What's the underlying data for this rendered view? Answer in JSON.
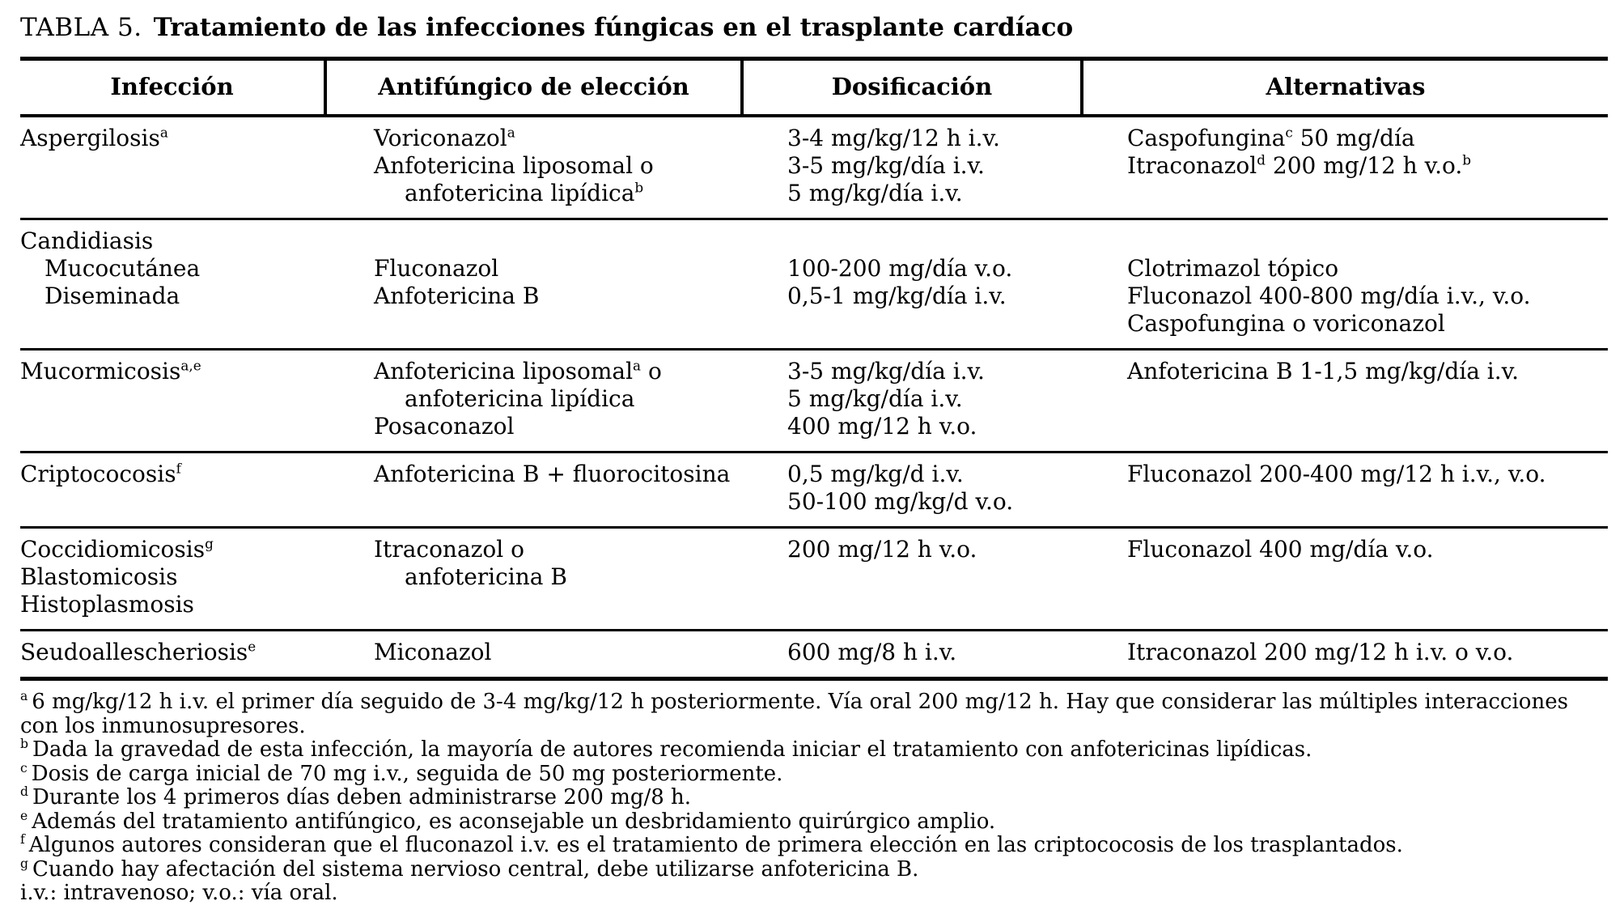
{
  "title": {
    "label": "TABLA 5.",
    "text": "Tratamiento de las infecciones fúngicas en el trasplante cardíaco"
  },
  "table": {
    "headers": [
      "Infección",
      "Antifúngico de elección",
      "Dosificación",
      "Alternativas"
    ],
    "rows": [
      {
        "infection": [
          [
            "Aspergilosis",
            "a"
          ]
        ],
        "drug": [
          [
            "Voriconazol",
            "a"
          ],
          [
            "Anfotericina liposomal o"
          ],
          [
            "anfotericina lipídica",
            "b"
          ]
        ],
        "dose": [
          [
            "3-4 mg/kg/12 h i.v."
          ],
          [
            "3-5 mg/kg/día i.v."
          ],
          [
            "5 mg/kg/día i.v."
          ]
        ],
        "alt": [
          [
            "Caspofungina",
            "c",
            " 50 mg/día"
          ],
          [
            "Itraconazol",
            "d",
            " 200 mg/12 h v.o.",
            "b"
          ]
        ]
      },
      {
        "infection": [
          [
            "Candidiasis"
          ],
          [
            "Mucocutánea"
          ],
          [
            "Diseminada"
          ]
        ],
        "drug": [
          [
            "Fluconazol"
          ],
          [
            "Anfotericina B"
          ]
        ],
        "dose": [
          [
            "100-200 mg/día v.o."
          ],
          [
            "0,5-1 mg/kg/día i.v."
          ]
        ],
        "alt": [
          [
            "Clotrimazol tópico"
          ],
          [
            "Fluconazol 400-800 mg/día i.v., v.o."
          ],
          [
            "Caspofungina o voriconazol"
          ]
        ]
      },
      {
        "infection": [
          [
            "Mucormicosis",
            "a,e"
          ]
        ],
        "drug": [
          [
            "Anfotericina liposomal",
            "a",
            " o"
          ],
          [
            "anfotericina lipídica"
          ],
          [
            "Posaconazol"
          ]
        ],
        "dose": [
          [
            "3-5 mg/kg/día i.v."
          ],
          [
            "5 mg/kg/día i.v."
          ],
          [
            "400 mg/12 h v.o."
          ]
        ],
        "alt": [
          [
            "Anfotericina B 1-1,5 mg/kg/día i.v."
          ]
        ]
      },
      {
        "infection": [
          [
            "Criptococosis",
            "f"
          ]
        ],
        "drug": [
          [
            "Anfotericina B + fluorocitosina"
          ]
        ],
        "dose": [
          [
            "0,5 mg/kg/d i.v."
          ],
          [
            "50-100 mg/kg/d v.o."
          ]
        ],
        "alt": [
          [
            "Fluconazol 200-400 mg/12 h i.v., v.o."
          ]
        ]
      },
      {
        "infection": [
          [
            "Coccidiomicosis",
            "g"
          ],
          [
            "Blastomicosis"
          ],
          [
            "Histoplasmosis"
          ]
        ],
        "drug": [
          [
            "Itraconazol o"
          ],
          [
            "anfotericina B"
          ]
        ],
        "dose": [
          [
            "200 mg/12 h v.o."
          ]
        ],
        "alt": [
          [
            "Fluconazol 400 mg/día v.o."
          ]
        ]
      },
      {
        "infection": [
          [
            "Seudoallescheriosis",
            "e"
          ]
        ],
        "drug": [
          [
            "Miconazol"
          ]
        ],
        "dose": [
          [
            "600 mg/8 h i.v."
          ]
        ],
        "alt": [
          [
            "Itraconazol 200 mg/12 h i.v. o v.o."
          ]
        ]
      }
    ]
  },
  "footnotes": [
    {
      "marker": "a",
      "text": "6 mg/kg/12 h i.v. el primer día seguido de 3-4 mg/kg/12 h posteriormente. Vía oral 200 mg/12 h. Hay que considerar las múltiples interacciones con los inmunosupresores."
    },
    {
      "marker": "b",
      "text": "Dada la gravedad de esta infección, la mayoría de autores recomienda iniciar el tratamiento con anfotericinas lipídicas."
    },
    {
      "marker": "c",
      "text": "Dosis de carga inicial de 70 mg i.v., seguida de 50 mg posteriormente."
    },
    {
      "marker": "d",
      "text": "Durante los 4 primeros días deben administrarse 200 mg/8 h."
    },
    {
      "marker": "e",
      "text": "Además del tratamiento antifúngico, es aconsejable un desbridamiento quirúrgico amplio."
    },
    {
      "marker": "f",
      "text": "Algunos autores consideran que el fluconazol i.v. es el tratamiento de primera elección en las criptococosis de los trasplantados."
    },
    {
      "marker": "g",
      "text": "Cuando hay afectación del sistema nervioso central, debe utilizarse anfotericina B."
    },
    {
      "marker": "",
      "text": "i.v.: intravenoso; v.o.: vía oral."
    }
  ]
}
